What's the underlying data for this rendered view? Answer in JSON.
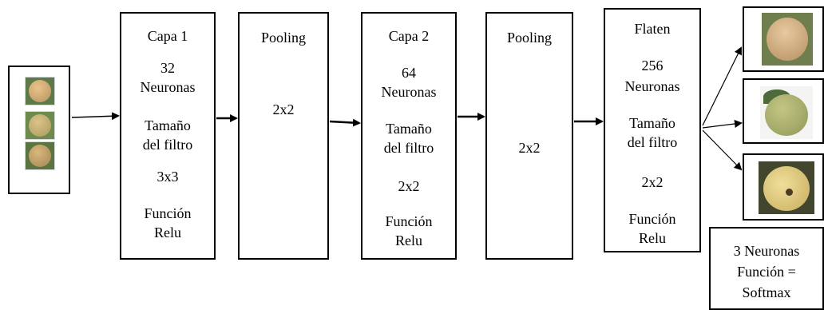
{
  "input": {
    "images": [
      "fruit-1",
      "fruit-2",
      "fruit-3"
    ]
  },
  "layers": [
    {
      "title": "Capa 1",
      "count": "32",
      "unit": "Neuronas",
      "size_label": "Tamaño del filtro",
      "size": "3x3",
      "func_label": "Función",
      "func": "Relu"
    },
    {
      "title": "Pooling",
      "size": "2x2"
    },
    {
      "title": "Capa 2",
      "count": "64",
      "unit": "Neuronas",
      "size_label": "Tamaño del filtro",
      "size": "2x2",
      "func_label": "Función",
      "func": "Relu"
    },
    {
      "title": "Pooling",
      "size": "2x2"
    },
    {
      "title": "Flaten",
      "count": "256",
      "unit": "Neuronas",
      "size_label": "Tamaño del filtro",
      "size": "2x2",
      "func_label": "Función",
      "func": "Relu"
    }
  ],
  "output": {
    "classes": [
      "class-1",
      "class-2",
      "class-3"
    ],
    "line1": "3 Neuronas",
    "line2": "Función =",
    "line3": "Softmax"
  },
  "colors": {
    "stroke": "#000000",
    "fruit_ripe": "#c9a77a",
    "fruit_green": "#9aa86a",
    "fruit_spotted": "#d6c27a",
    "leaf": "#4d6a3a"
  }
}
